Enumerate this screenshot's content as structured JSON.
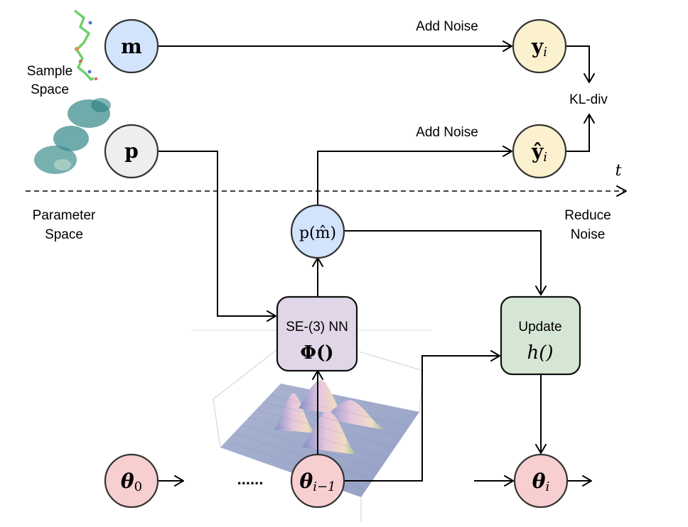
{
  "colors": {
    "sample_node": "#d2e3fc",
    "protein_node": "#eeeeee",
    "noisy_node": "#fcf1cf",
    "param_node": "#f7cfd0",
    "nn_box": "#e1d6e7",
    "update_box": "#d6e6d4",
    "molecule_green": "#6fcf6a",
    "protein_teal": "#3f8f8f",
    "surface_blue": "#9aa6c8",
    "surface_pink": "#e6c4dc"
  },
  "labels": {
    "sample_space": [
      "Sample",
      "Space"
    ],
    "parameter_space": [
      "Parameter",
      "Space"
    ],
    "add_noise_top": "Add Noise",
    "add_noise_bottom": "Add Noise",
    "kl_div": "KL-div",
    "reduce_noise": [
      "Reduce",
      "Noise"
    ],
    "time_axis": "t",
    "ellipsis": "......"
  },
  "nodes": {
    "m": {
      "symbol": "m",
      "sub": "",
      "icon": "molecule-icon"
    },
    "p": {
      "symbol": "p",
      "sub": "",
      "icon": "protein-icon"
    },
    "y_i": {
      "symbol": "y",
      "sub": "i"
    },
    "y_hat_i": {
      "symbol": "ŷ",
      "sub": "i"
    },
    "p_m_hat": {
      "text": "p(m̂)"
    },
    "theta_0": {
      "symbol": "θ",
      "sub": "0"
    },
    "theta_i_minus_1": {
      "symbol": "θ",
      "sub": "i−1"
    },
    "theta_i": {
      "symbol": "θ",
      "sub": "i"
    }
  },
  "boxes": {
    "nn": {
      "title": "SE-(3) NN",
      "func": "Φ()"
    },
    "update": {
      "title": "Update",
      "func": "h()"
    }
  },
  "surface_plot": {
    "icon": "gaussian-mixture-surface-icon",
    "peaks": 4
  }
}
